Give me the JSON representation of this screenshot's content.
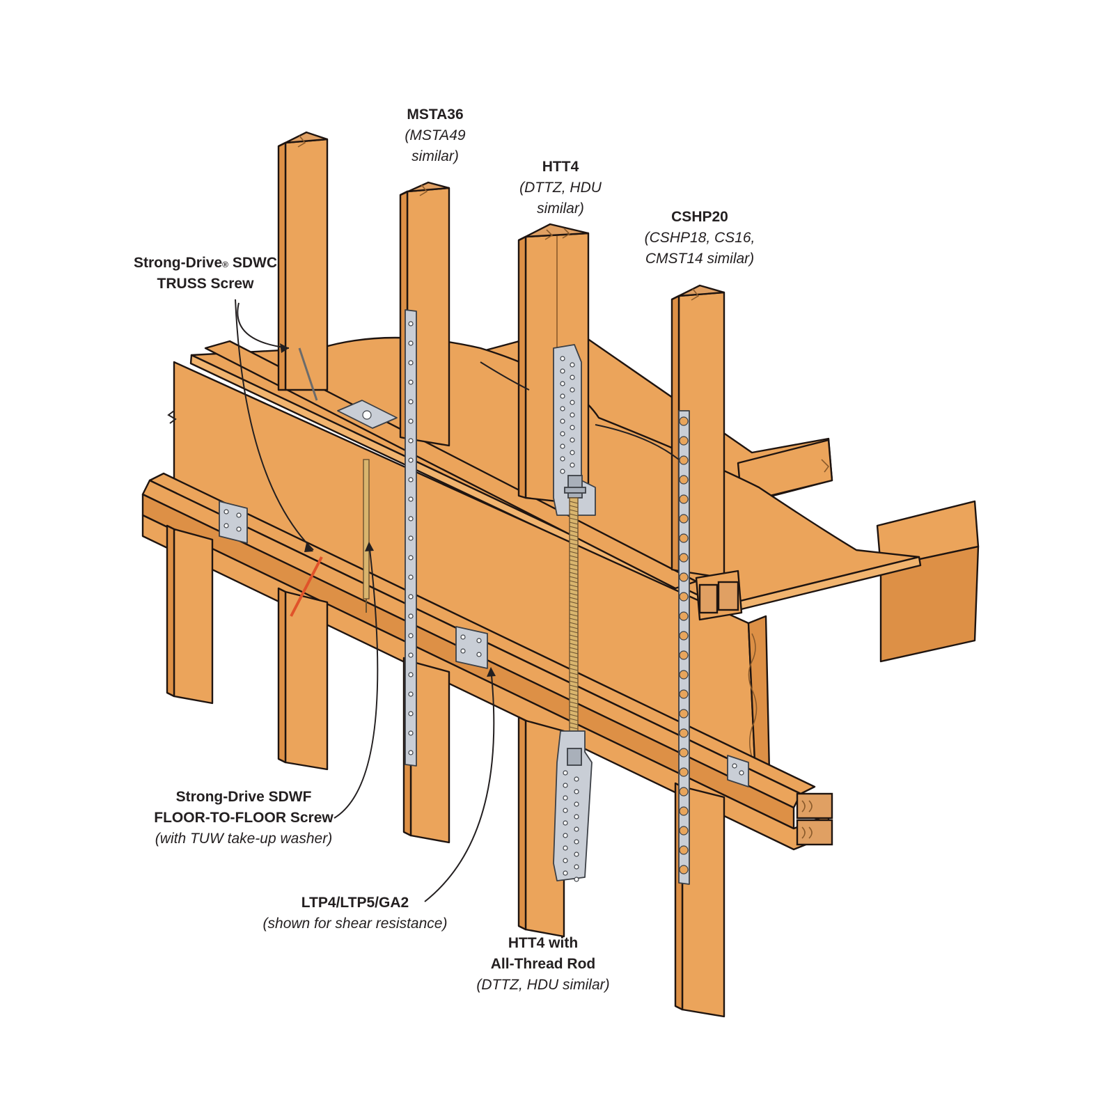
{
  "labels": {
    "msta36": {
      "title": "MSTA36",
      "note1": "(MSTA49",
      "note2": "similar)"
    },
    "htt4_top": {
      "title": "HTT4",
      "note1": "(DTTZ, HDU",
      "note2": "similar)"
    },
    "cshp20": {
      "title": "CSHP20",
      "note1": "(CSHP18, CS16,",
      "note2": "CMST14 similar)"
    },
    "sdwc": {
      "line1_prefix": "Strong-Drive",
      "reg": "®",
      "line1_suffix": " SDWC",
      "line2": "TRUSS Screw"
    },
    "sdwf": {
      "line1": "Strong-Drive SDWF",
      "line2": "FLOOR-TO-FLOOR Screw",
      "note": "(with TUW take-up washer)"
    },
    "ltp4": {
      "title": "LTP4/LTP5/GA2",
      "note": "(shown for shear resistance)"
    },
    "htt4_rod": {
      "line1": "HTT4 with",
      "line2": "All-Thread Rod",
      "note": "(DTTZ, HDU similar)"
    }
  },
  "colors": {
    "wood": "#eba45b",
    "metal": "#c9ced6",
    "screw": "#e0522a",
    "ink": "#231f20"
  },
  "icons": [
    "leader-arrow-icon",
    "strap-icon",
    "hold-down-icon",
    "screw-icon",
    "clip-icon"
  ]
}
